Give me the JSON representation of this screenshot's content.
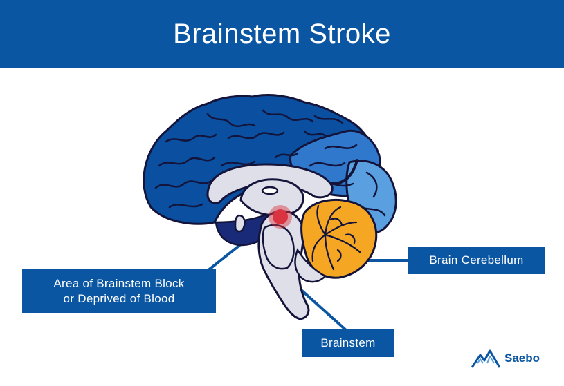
{
  "header": {
    "title": "Brainstem Stroke"
  },
  "labels": {
    "block_line1": "Area of Brainstem Block",
    "block_line2": "or Deprived of Blood",
    "cerebellum": "Brain Cerebellum",
    "brainstem": "Brainstem"
  },
  "logo": {
    "text": "Saebo",
    "icon": "mountain-logo-icon"
  },
  "colors": {
    "header_bg": "#0a56a2",
    "cerebrum_dark": "#0a4fa0",
    "cerebrum_mid": "#2f78cc",
    "cerebrum_light": "#5aa0e0",
    "cerebellum": "#f5a623",
    "brainstem": "#dedfe8",
    "outline": "#14143a",
    "stroke_area": "#d9343f",
    "callout_line": "#0a56a2"
  }
}
